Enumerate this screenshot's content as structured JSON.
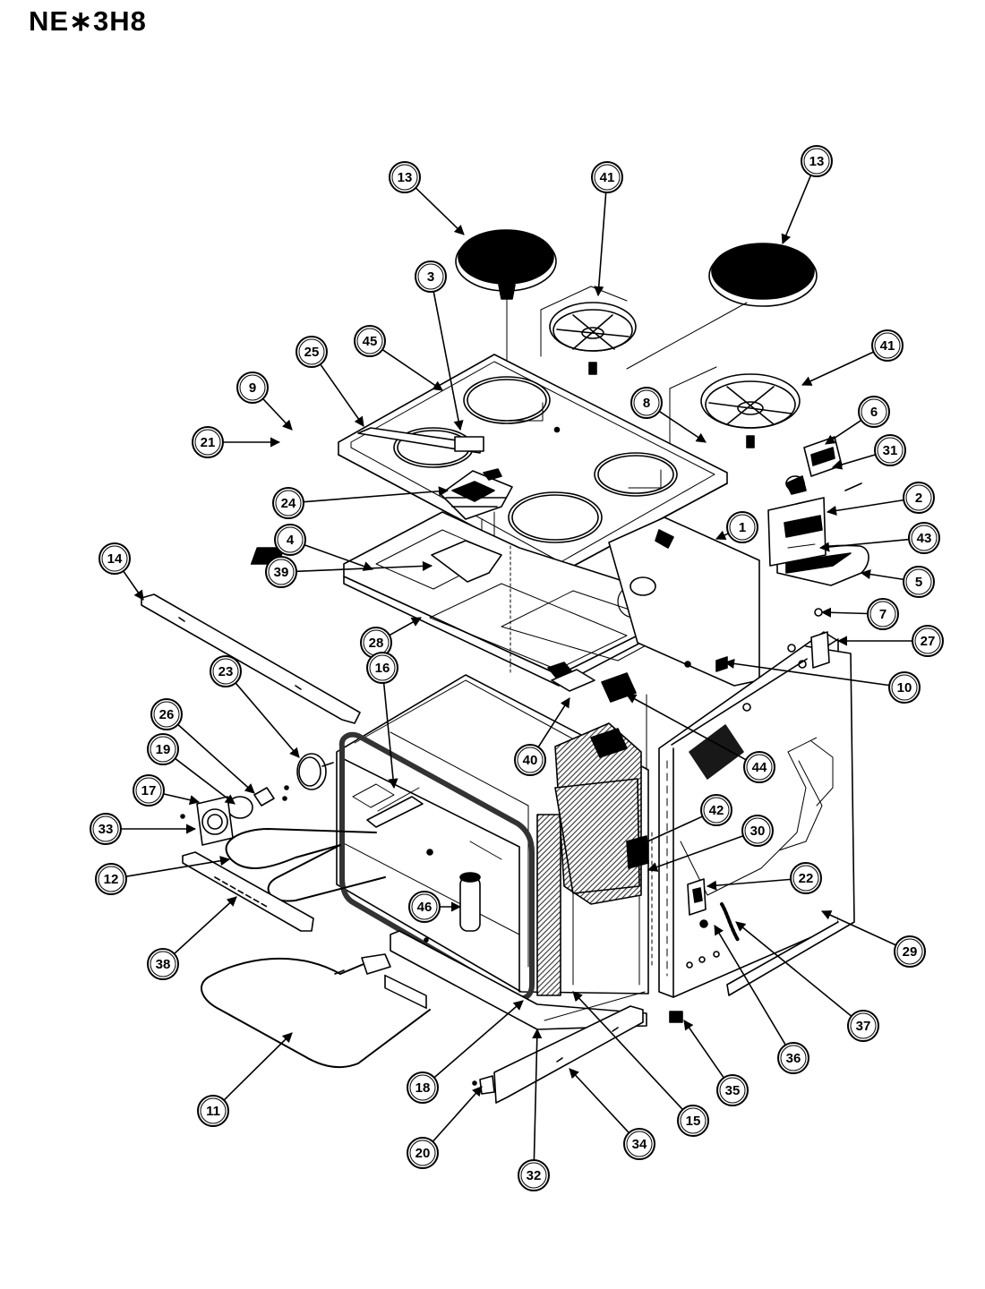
{
  "diagram_title": "NE∗3H8",
  "callouts": [
    {
      "id": "c13a",
      "label": "13"
    },
    {
      "id": "c41a",
      "label": "41"
    },
    {
      "id": "c13b",
      "label": "13"
    },
    {
      "id": "c3",
      "label": "3"
    },
    {
      "id": "c45",
      "label": "45"
    },
    {
      "id": "c25",
      "label": "25"
    },
    {
      "id": "c9",
      "label": "9"
    },
    {
      "id": "c21",
      "label": "21"
    },
    {
      "id": "c8",
      "label": "8"
    },
    {
      "id": "c41b",
      "label": "41"
    },
    {
      "id": "c6",
      "label": "6"
    },
    {
      "id": "c31",
      "label": "31"
    },
    {
      "id": "c24",
      "label": "24"
    },
    {
      "id": "c2",
      "label": "2"
    },
    {
      "id": "c1",
      "label": "1"
    },
    {
      "id": "c4",
      "label": "4"
    },
    {
      "id": "c43",
      "label": "43"
    },
    {
      "id": "c39",
      "label": "39"
    },
    {
      "id": "c5",
      "label": "5"
    },
    {
      "id": "c14",
      "label": "14"
    },
    {
      "id": "c7",
      "label": "7"
    },
    {
      "id": "c28",
      "label": "28"
    },
    {
      "id": "c27",
      "label": "27"
    },
    {
      "id": "c10",
      "label": "10"
    },
    {
      "id": "c23",
      "label": "23"
    },
    {
      "id": "c16",
      "label": "16"
    },
    {
      "id": "c26",
      "label": "26"
    },
    {
      "id": "c19",
      "label": "19"
    },
    {
      "id": "c40",
      "label": "40"
    },
    {
      "id": "c44",
      "label": "44"
    },
    {
      "id": "c17",
      "label": "17"
    },
    {
      "id": "c33",
      "label": "33"
    },
    {
      "id": "c42",
      "label": "42"
    },
    {
      "id": "c30",
      "label": "30"
    },
    {
      "id": "c22",
      "label": "22"
    },
    {
      "id": "c12",
      "label": "12"
    },
    {
      "id": "c46",
      "label": "46"
    },
    {
      "id": "c29",
      "label": "29"
    },
    {
      "id": "c38",
      "label": "38"
    },
    {
      "id": "c37",
      "label": "37"
    },
    {
      "id": "c36",
      "label": "36"
    },
    {
      "id": "c35",
      "label": "35"
    },
    {
      "id": "c18",
      "label": "18"
    },
    {
      "id": "c15",
      "label": "15"
    },
    {
      "id": "c11",
      "label": "11"
    },
    {
      "id": "c34",
      "label": "34"
    },
    {
      "id": "c20",
      "label": "20"
    },
    {
      "id": "c32",
      "label": "32"
    }
  ]
}
